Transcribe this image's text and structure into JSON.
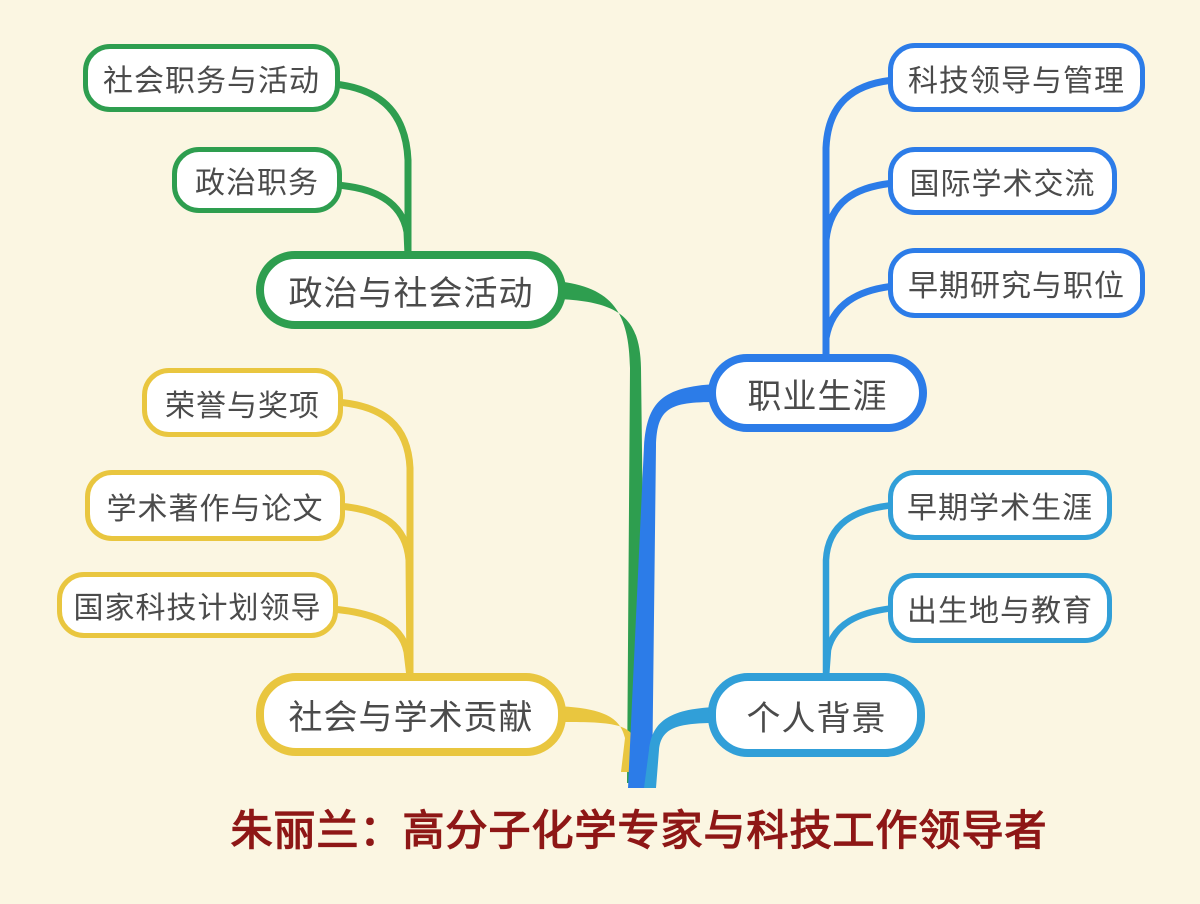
{
  "canvas": {
    "background": "#FBF6E2"
  },
  "title": {
    "text": "朱丽兰：高分子化学专家与科技工作领导者",
    "color": "#8E1716"
  },
  "node_text_color": "#4B4B4B",
  "branches": [
    {
      "id": "politics-social-activities",
      "color": "#2E9E4F",
      "label": "政治与社会活动",
      "children": [
        "社会职务与活动",
        "政治职务"
      ]
    },
    {
      "id": "career",
      "color": "#2C7CE8",
      "label": "职业生涯",
      "children": [
        "科技领导与管理",
        "国际学术交流",
        "早期研究与职位"
      ]
    },
    {
      "id": "social-academic-contributions",
      "color": "#E9C63F",
      "label": "社会与学术贡献",
      "children": [
        "荣誉与奖项",
        "学术著作与论文",
        "国家科技计划领导"
      ]
    },
    {
      "id": "personal-background",
      "color": "#319FD8",
      "label": "个人背景",
      "children": [
        "早期学术生涯",
        "出生地与教育"
      ]
    }
  ]
}
